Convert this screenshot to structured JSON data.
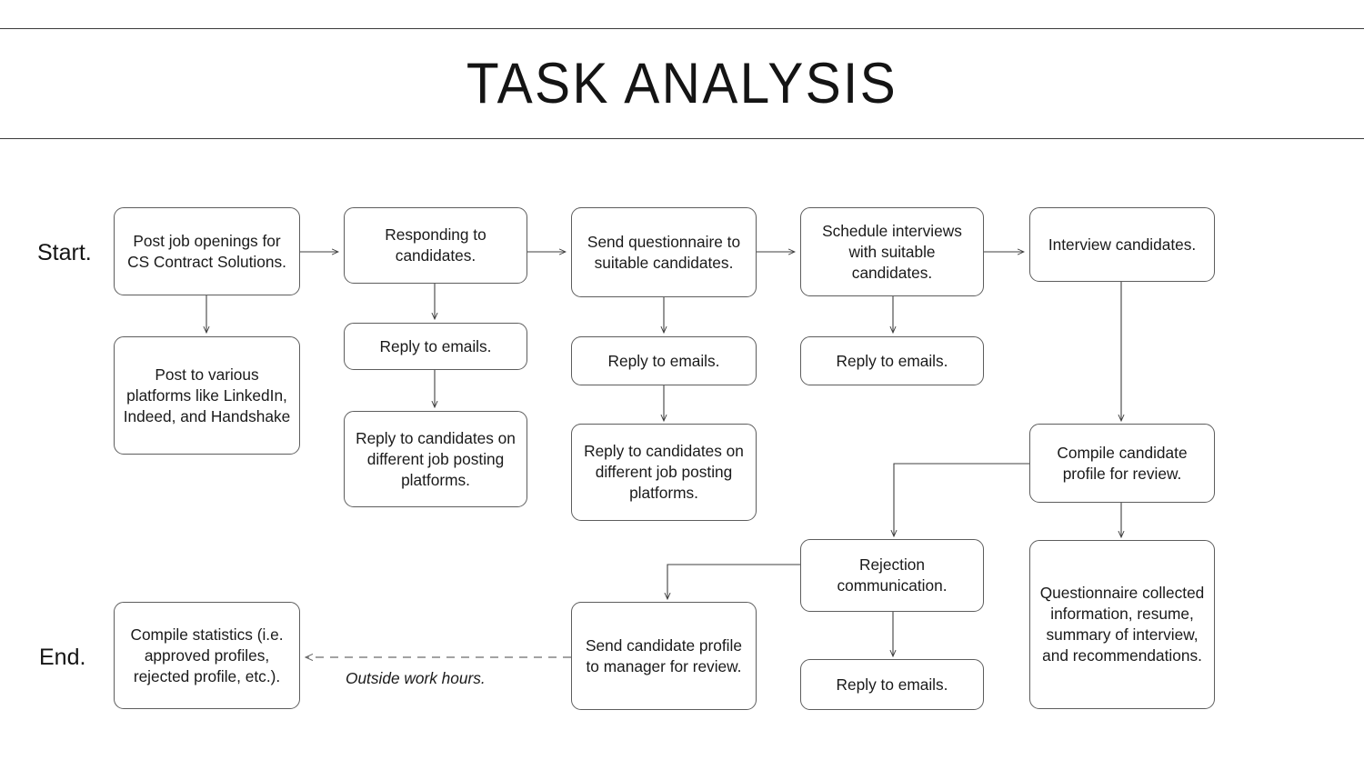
{
  "header": {
    "title": "TASK ANALYSIS"
  },
  "diagram": {
    "type": "flowchart",
    "phase_labels": [
      {
        "id": "start",
        "text": "Start."
      },
      {
        "id": "end",
        "text": "End."
      }
    ],
    "nodes": [
      {
        "id": "post-job-openings",
        "text": "Post job openings for CS Contract Solutions."
      },
      {
        "id": "post-to-platforms",
        "text": "Post to various platforms like LinkedIn, Indeed, and Handshake"
      },
      {
        "id": "compile-statistics",
        "text": "Compile statistics (i.e. approved profiles, rejected profile, etc.)."
      },
      {
        "id": "responding-to-candidates",
        "text": "Responding to candidates."
      },
      {
        "id": "reply-emails-col2",
        "text": "Reply to emails."
      },
      {
        "id": "reply-candidates-col2",
        "text": "Reply to candidates on different job posting platforms."
      },
      {
        "id": "send-questionnaire",
        "text": "Send questionnaire to suitable candidates."
      },
      {
        "id": "reply-emails-col3",
        "text": "Reply to emails."
      },
      {
        "id": "reply-candidates-col3",
        "text": "Reply to candidates on different job posting platforms."
      },
      {
        "id": "send-profile-manager",
        "text": "Send candidate profile to manager for review."
      },
      {
        "id": "schedule-interviews",
        "text": "Schedule interviews with suitable candidates."
      },
      {
        "id": "reply-emails-col4",
        "text": "Reply to emails."
      },
      {
        "id": "rejection-communication",
        "text": "Rejection communication."
      },
      {
        "id": "reply-emails-rejection",
        "text": "Reply to emails."
      },
      {
        "id": "interview-candidates",
        "text": "Interview candidates."
      },
      {
        "id": "compile-candidate-profile",
        "text": "Compile candidate profile for review."
      },
      {
        "id": "questionnaire-collected",
        "text": "Questionnaire collected information, resume, summary of interview, and recommendations."
      }
    ],
    "edge_notes": [
      {
        "id": "outside-work-hours",
        "text": "Outside work hours."
      }
    ],
    "colors": {
      "node_border": "#5d5d5d",
      "node_fill": "#ffffff",
      "edge": "#3f3f3f",
      "text": "#1a1a1a",
      "rule": "#3a3a3a"
    }
  }
}
